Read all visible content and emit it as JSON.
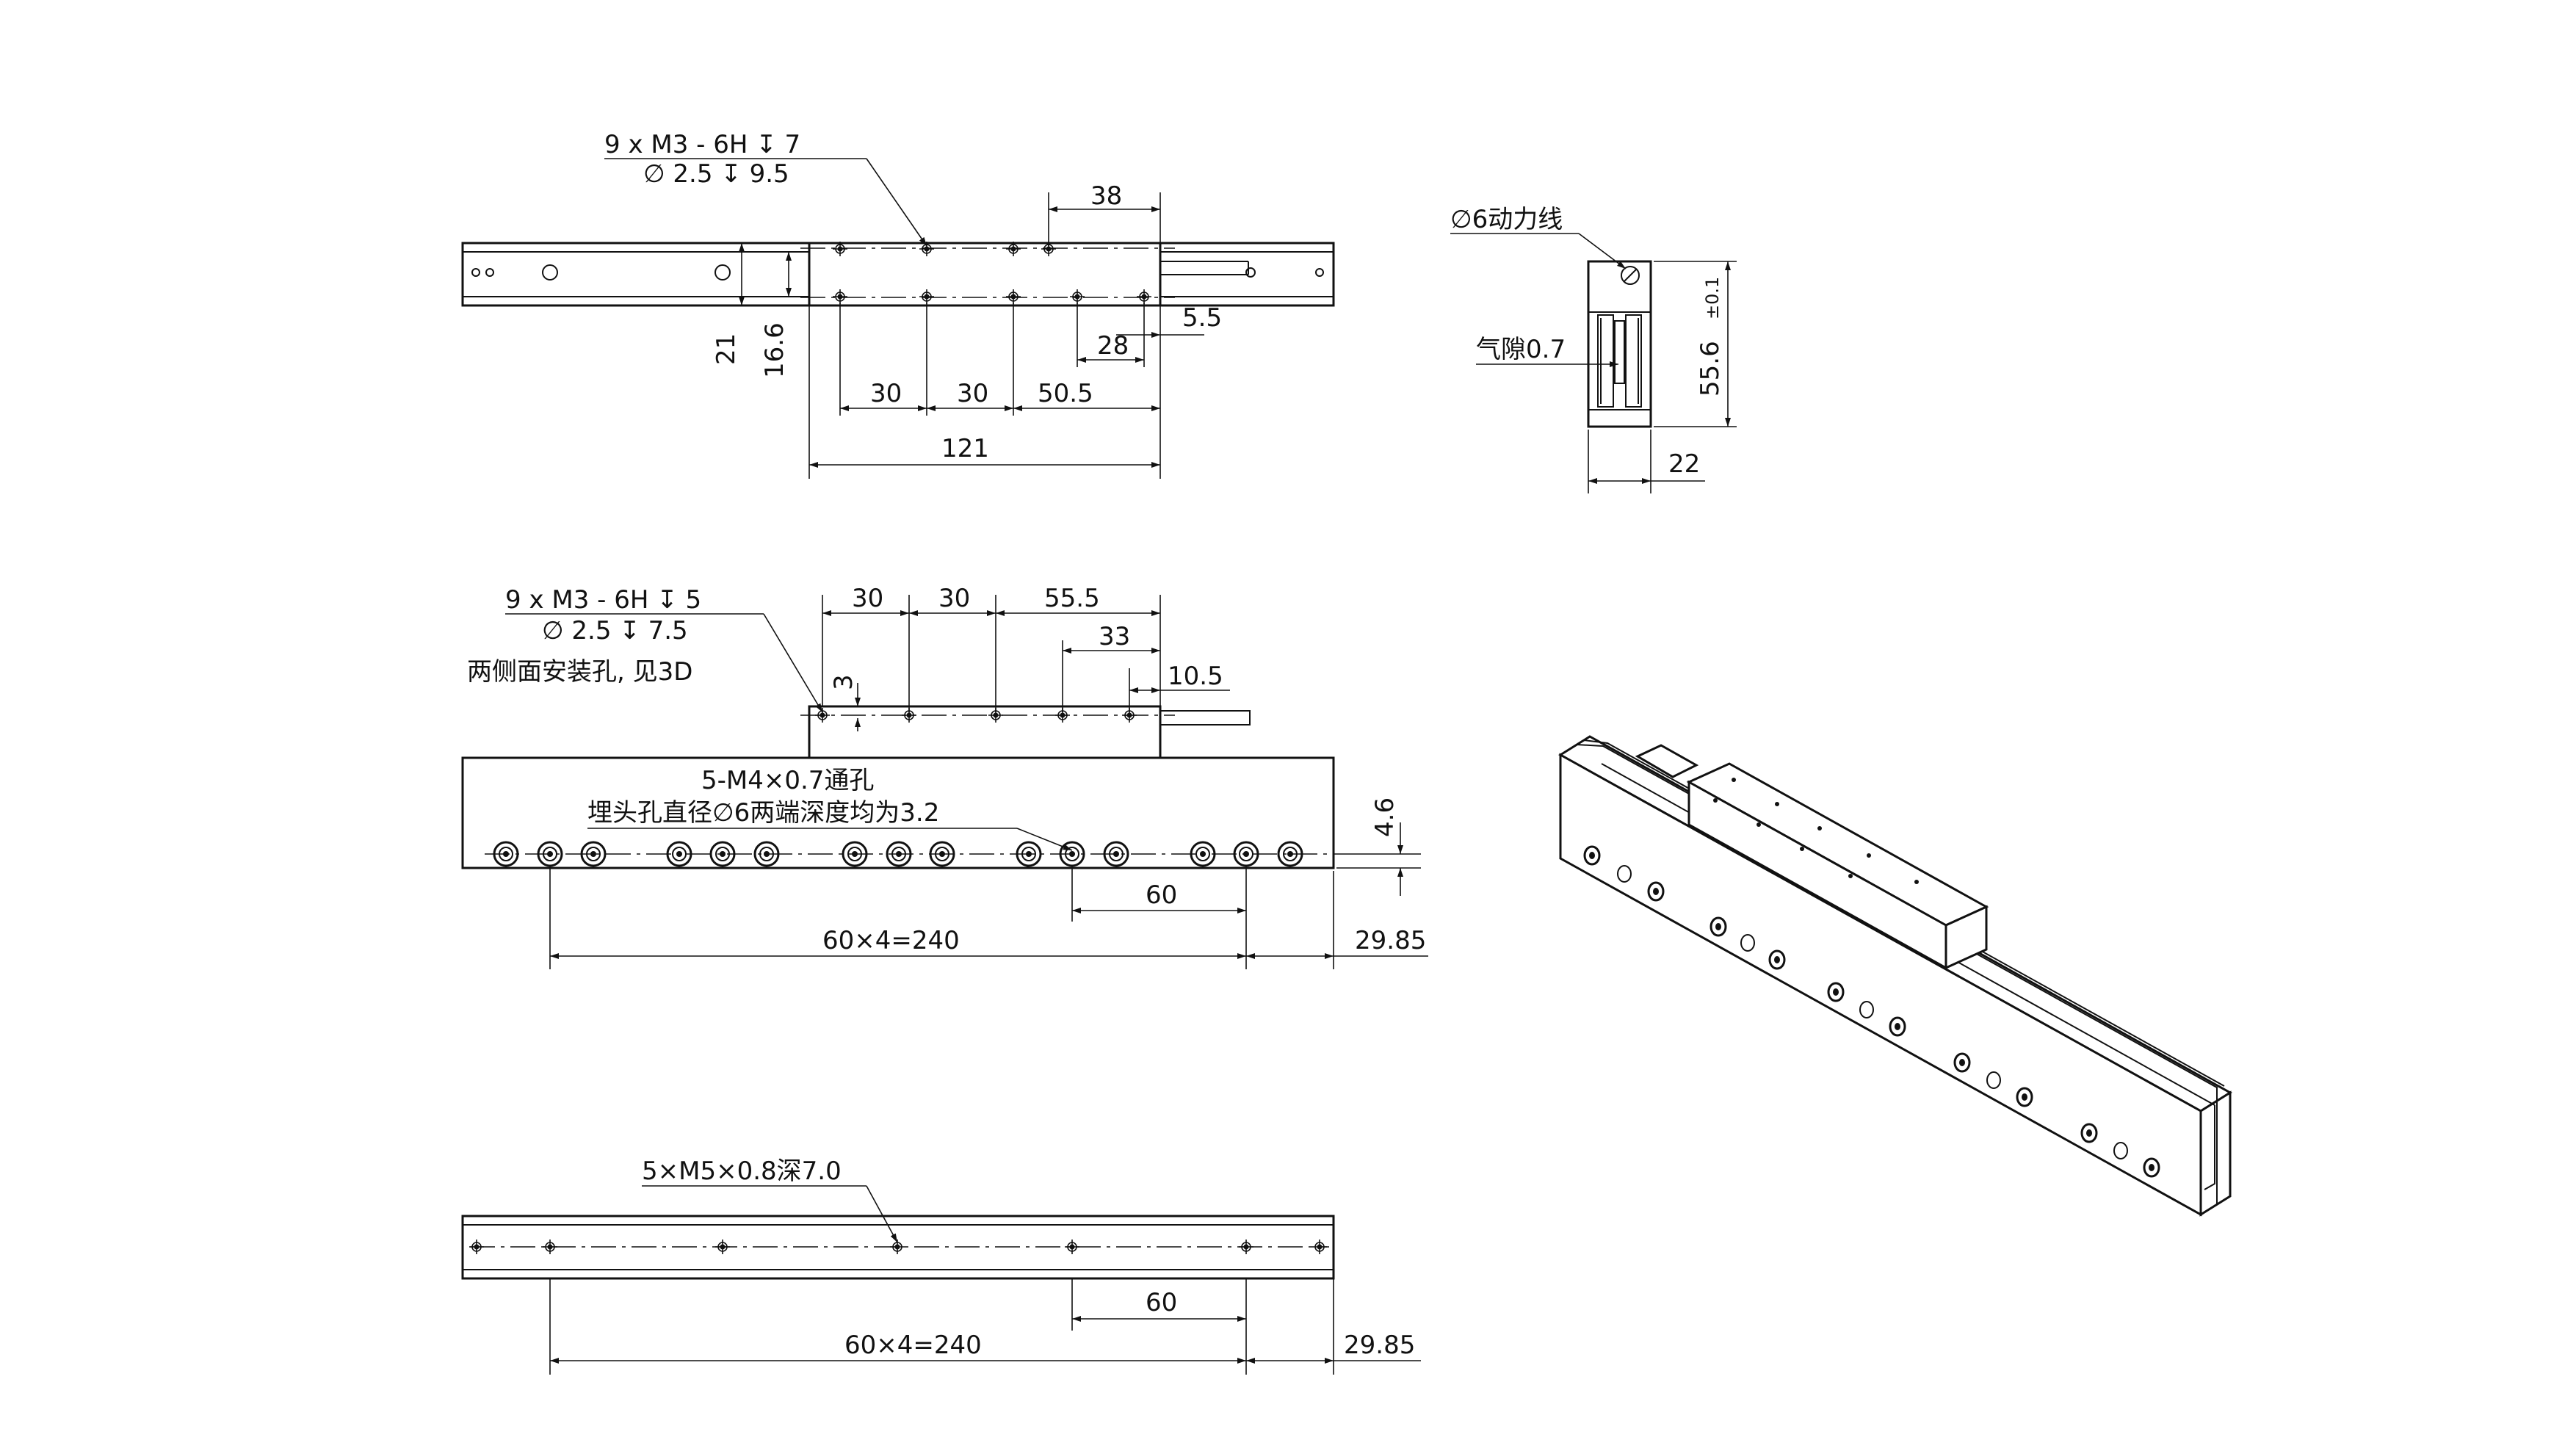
{
  "top_view": {
    "hole_callout_line1": "9 x  M3 - 6H ↧ 7",
    "hole_callout_line2": "∅ 2.5 ↧ 9.5",
    "dim_38": "38",
    "dim_5_5": "5.5",
    "dim_28": "28",
    "dim_30_a": "30",
    "dim_30_b": "30",
    "dim_50_5": "50.5",
    "dim_121": "121",
    "dim_21": "21",
    "dim_16_6": "16.6"
  },
  "end_view": {
    "power_cable": "∅6动力线",
    "air_gap": "气隙0.7",
    "height": "55.6",
    "height_tol": "±0.1",
    "width": "22"
  },
  "side_view": {
    "hole_callout_line1": "9 x  M3 - 6H ↧ 5",
    "hole_callout_line2": "∅ 2.5 ↧ 7.5",
    "side_holes_note": "两侧面安装孔, 见3D",
    "dim_30_a": "30",
    "dim_30_b": "30",
    "dim_55_5": "55.5",
    "dim_33": "33",
    "dim_10_5": "10.5",
    "dim_3": "3",
    "through_hole_line1": "5-M4×0.7通孔",
    "through_hole_line2": "埋头孔直径∅6两端深度均为3.2",
    "dim_4_6": "4.6",
    "dim_60": "60",
    "dim_total": "60×4=240",
    "dim_29_85": "29.85"
  },
  "bottom_view": {
    "hole_callout": "5×M5×0.8深7.0",
    "dim_60": "60",
    "dim_total": "60×4=240",
    "dim_29_85": "29.85"
  }
}
